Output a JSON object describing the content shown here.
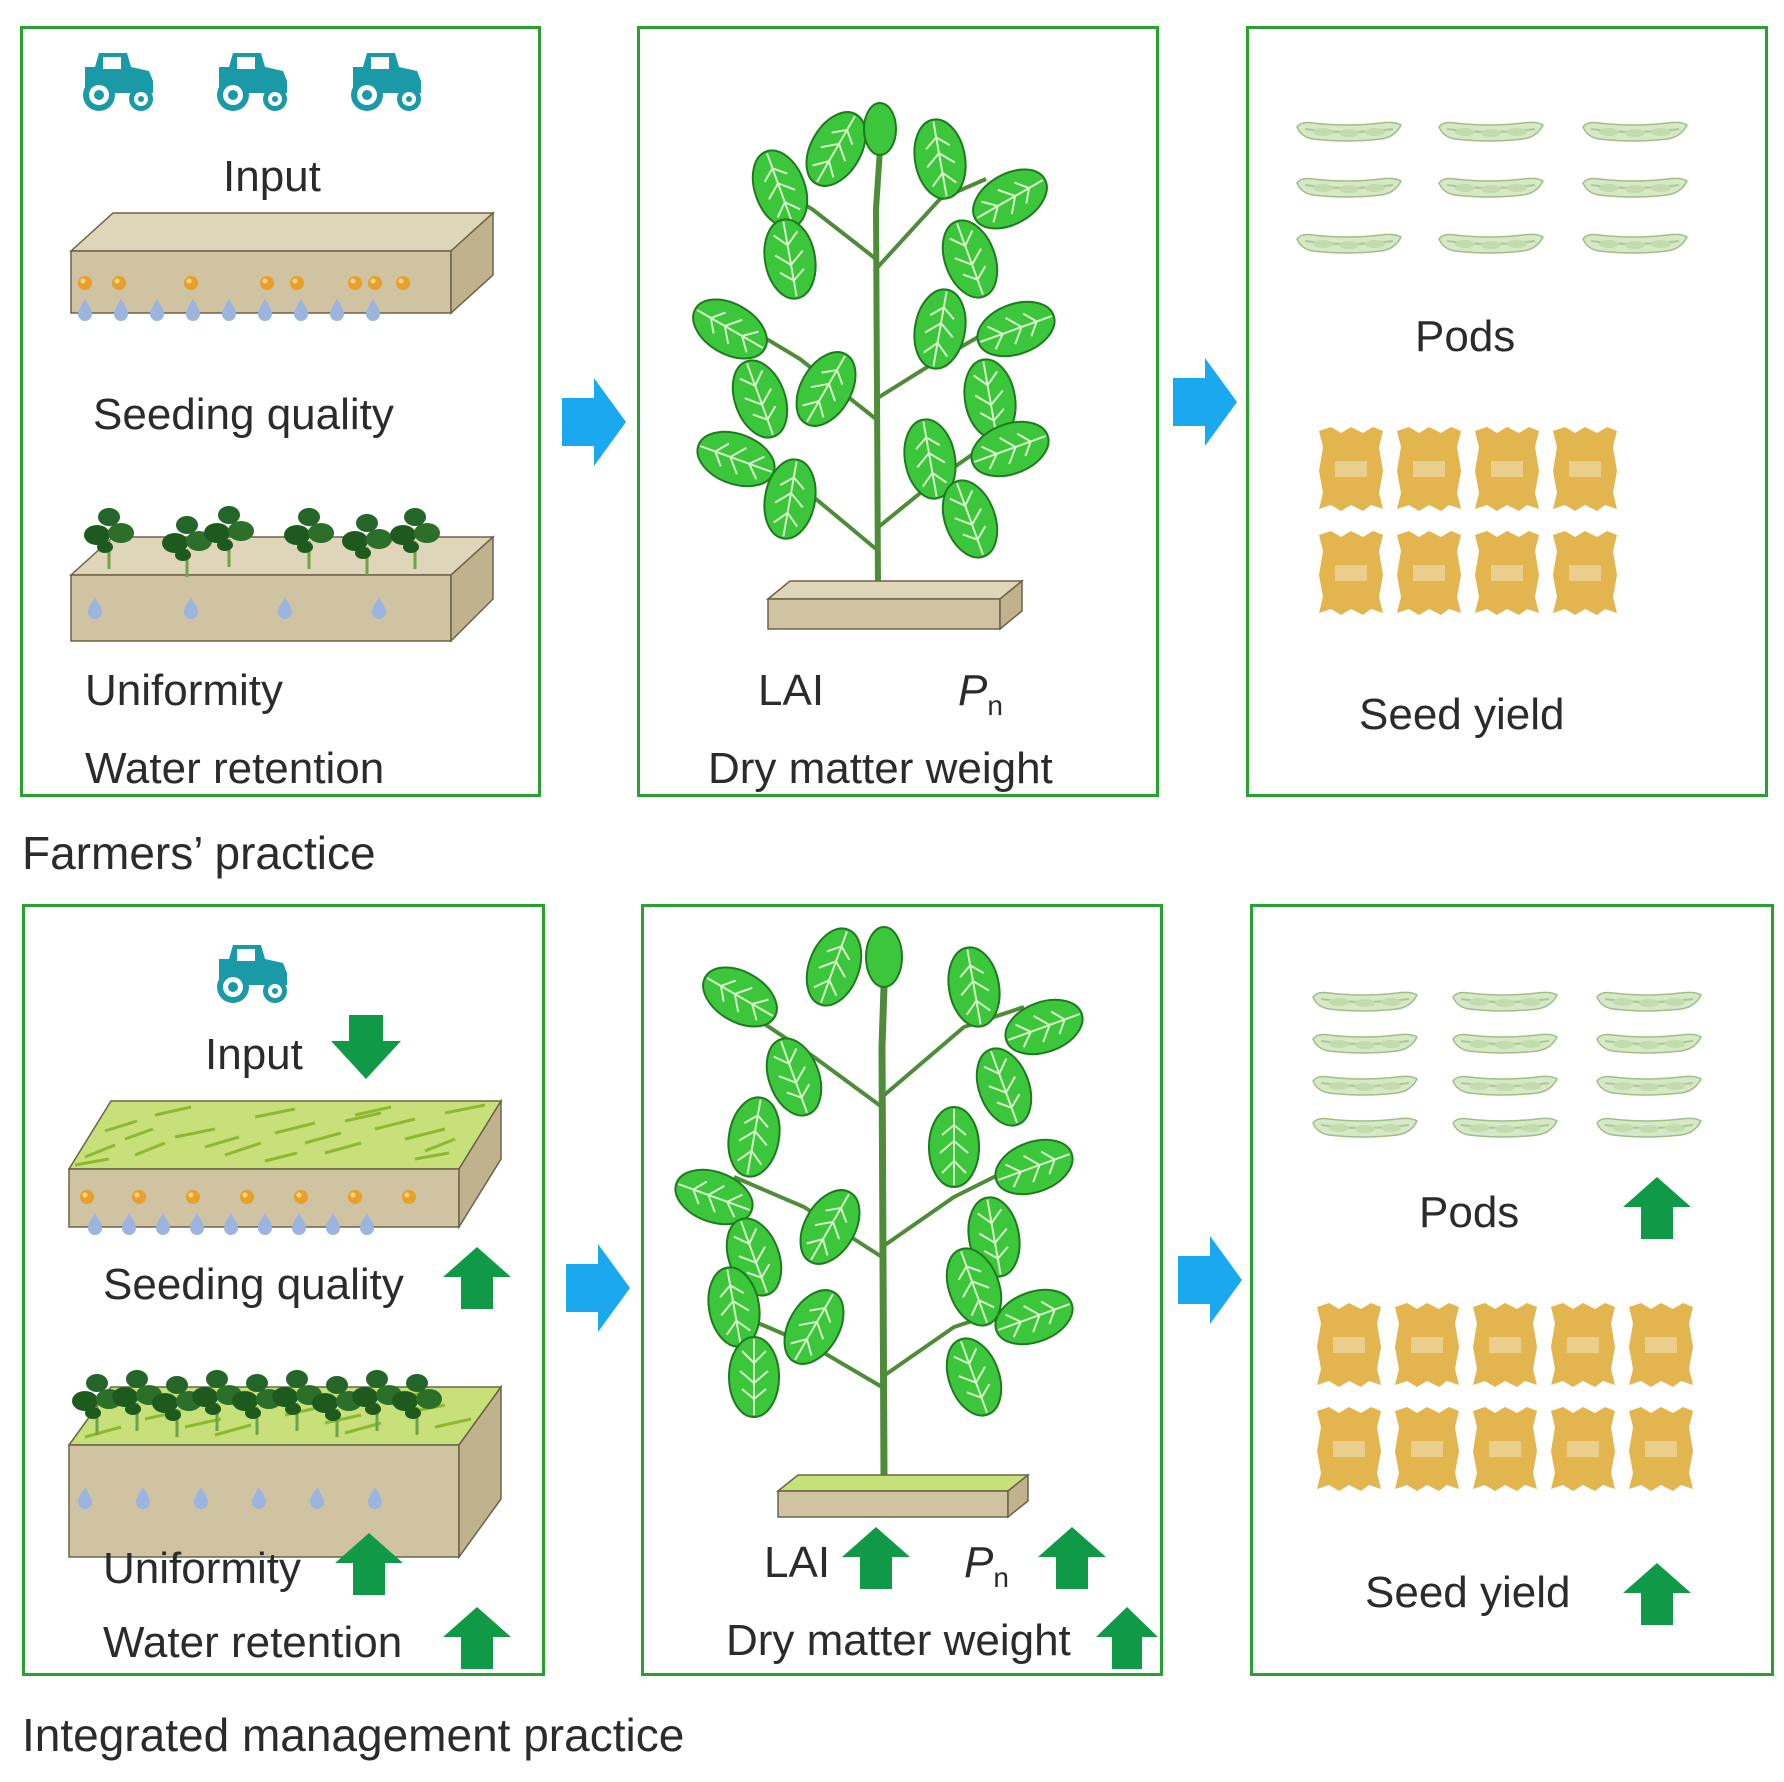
{
  "row1": {
    "section_label": "Farmers’ practice",
    "left": {
      "input": "Input",
      "seeding_quality": "Seeding quality",
      "uniformity": "Uniformity",
      "water_retention": "Water retention"
    },
    "middle": {
      "lai": "LAI",
      "pn_letter": "P",
      "pn_sub": "n",
      "dry_matter": "Dry matter weight"
    },
    "right": {
      "pods": "Pods",
      "seed_yield": "Seed yield"
    }
  },
  "row2": {
    "section_label": "Integrated management practice",
    "left": {
      "input": "Input",
      "seeding_quality": "Seeding quality",
      "uniformity": "Uniformity",
      "water_retention": "Water retention"
    },
    "middle": {
      "lai": "LAI",
      "pn_letter": "P",
      "pn_sub": "n",
      "dry_matter": "Dry matter weight"
    },
    "right": {
      "pods": "Pods",
      "seed_yield": "Seed yield"
    }
  },
  "counts": {
    "row1_tractors": 3,
    "row2_tractors": 1,
    "row1_pods": 9,
    "row2_pods": 12,
    "row1_seed_bags": 8,
    "row2_seed_bags": 10
  },
  "indicators": {
    "input": "decrease",
    "seeding_quality": "increase",
    "uniformity": "increase",
    "water_retention": "increase",
    "lai": "increase",
    "pn": "increase",
    "dry_matter": "increase",
    "pods": "increase",
    "seed_yield": "increase"
  },
  "colors": {
    "panel_border": "#2aa033",
    "flow_arrow": "#1aa9ee",
    "indicator_arrow": "#109a48",
    "tractor": "#1a9aa6",
    "soil": "#cfc3a1",
    "leaf": "#3cc63c",
    "seed_bag": "#e3b54e"
  }
}
